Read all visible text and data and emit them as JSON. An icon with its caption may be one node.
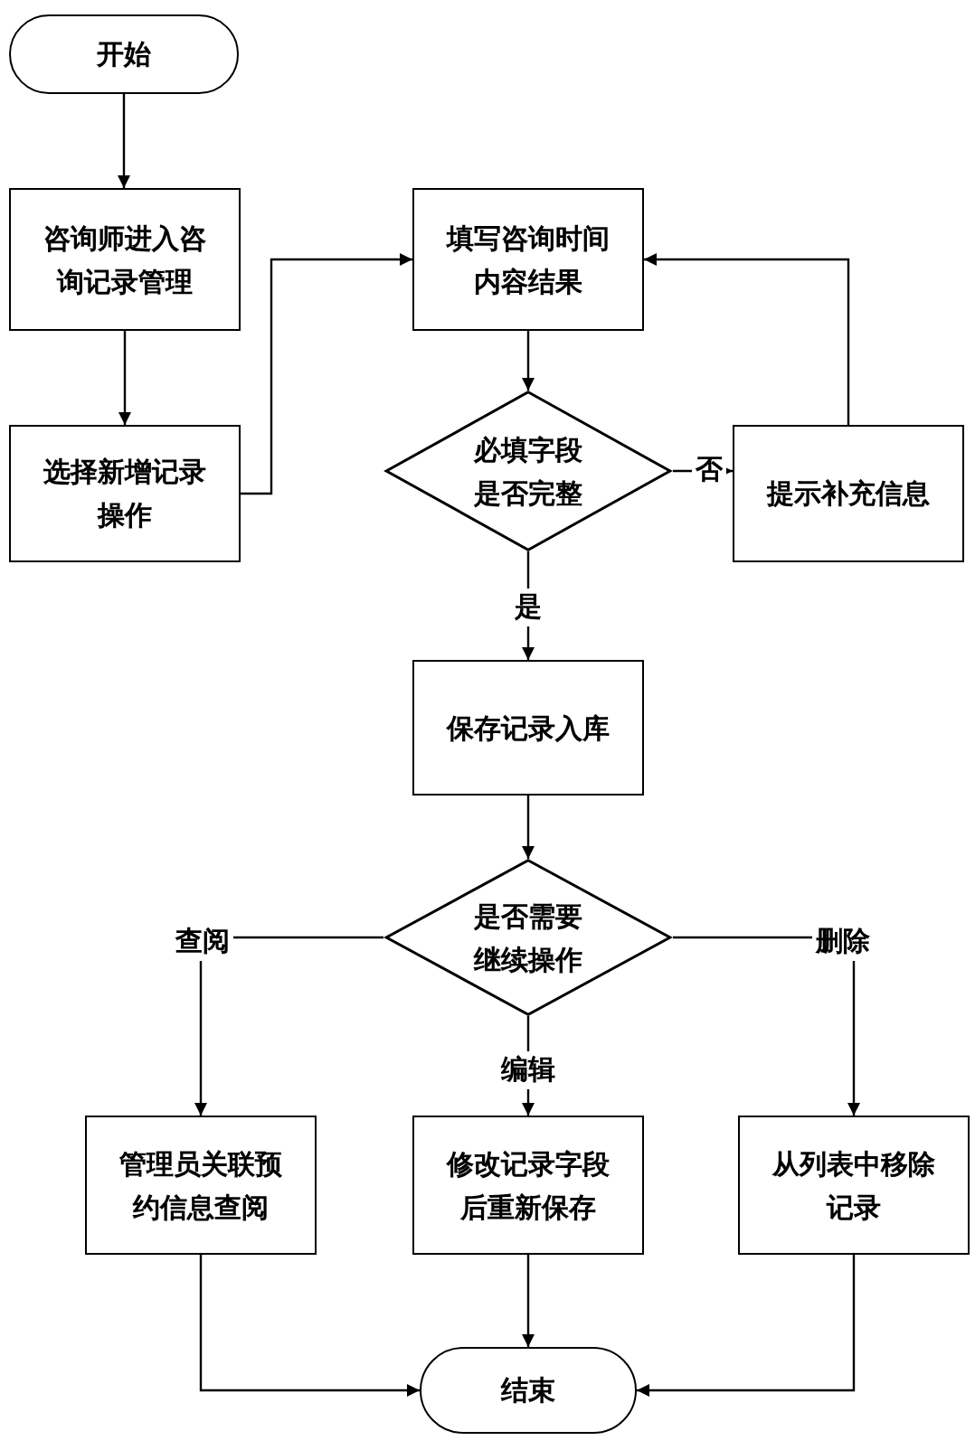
{
  "diagram": {
    "nodes": [
      {
        "text": [
          "开始"
        ]
      },
      {
        "text": [
          "咨询师进入咨询记录管理"
        ]
      },
      {
        "text": [
          "选择新增记录操作"
        ]
      },
      {
        "text": [
          "填写咨询时间内容结果"
        ]
      },
      {
        "text": [
          "必填字段是否完整"
        ]
      },
      {
        "text": [
          "提示补充信息"
        ]
      },
      {
        "text": [
          "保存记录入库"
        ]
      },
      {
        "text": [
          "是否需要继续操作"
        ]
      },
      {
        "text": [
          "管理员关联预约信息查阅"
        ]
      },
      {
        "text": [
          "修改记录字段后重新保存"
        ]
      },
      {
        "text": [
          "从列表中移除记录"
        ]
      },
      {
        "text": [
          "结束"
        ]
      }
    ],
    "edges": [
      {
        "from": 0,
        "to": 1,
        "arrow": "to"
      },
      {
        "from": 1,
        "to": 2,
        "arrow": "to"
      },
      {
        "from": 2,
        "to": 3,
        "arrow": "to"
      },
      {
        "from": 3,
        "to": 4,
        "arrow": "to"
      },
      {
        "from": 4,
        "to": 5,
        "arrow": "to",
        "label": "否"
      },
      {
        "from": 5,
        "to": 3,
        "arrow": "to"
      },
      {
        "from": 4,
        "to": 6,
        "arrow": "to",
        "label": "是"
      },
      {
        "from": 6,
        "to": 7,
        "arrow": "to"
      },
      {
        "from": 7,
        "to": 8,
        "arrow": "to",
        "label": "查阅"
      },
      {
        "from": 7,
        "to": 9,
        "arrow": "to",
        "label": "编辑"
      },
      {
        "from": 7,
        "to": 10,
        "arrow": "to",
        "label": "删除"
      },
      {
        "from": 8,
        "to": 11,
        "arrow": "to"
      },
      {
        "from": 9,
        "to": 11,
        "arrow": "to"
      },
      {
        "from": 10,
        "to": 11,
        "arrow": "to"
      }
    ]
  }
}
